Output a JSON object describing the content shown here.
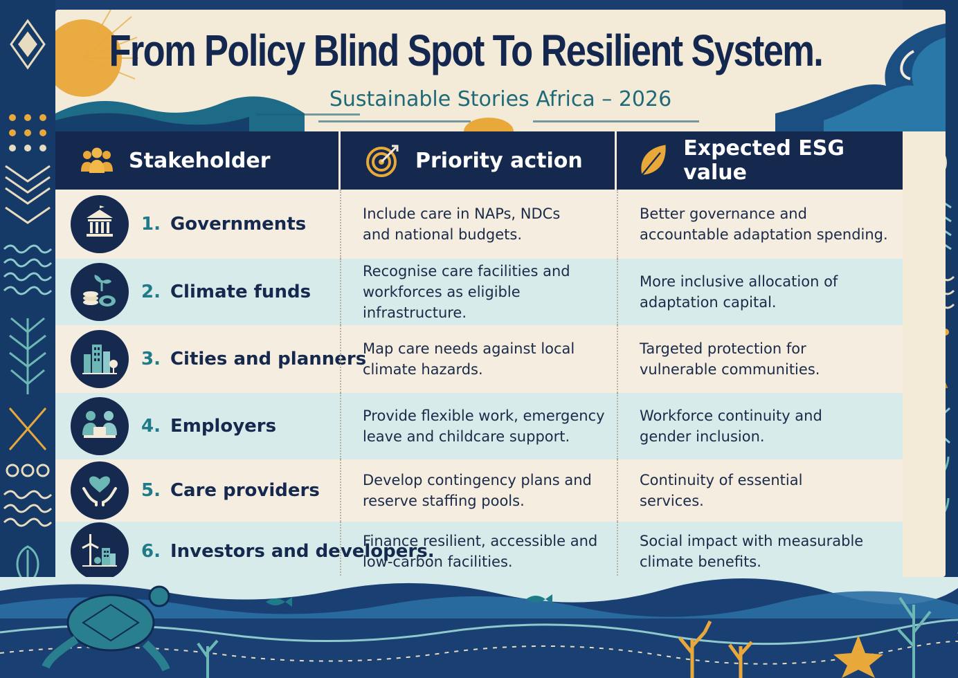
{
  "header": {
    "title": "From Policy Blind Spot To Resilient System.",
    "subtitle": "Sustainable Stories Africa – 2026"
  },
  "table": {
    "columns": [
      {
        "label": "Stakeholder",
        "icon": "people-group-icon"
      },
      {
        "label": "Priority action",
        "icon": "target-arrow-icon"
      },
      {
        "label": "Expected ESG value",
        "icon": "leaf-icon"
      }
    ],
    "rows": [
      {
        "num": "1.",
        "stakeholder": "Governments",
        "icon": "government-building-icon",
        "action_1": "Include care in NAPs, NDCs",
        "action_2": "and national budgets.",
        "value_1": "Better governance and",
        "value_2": "accountable adaptation spending."
      },
      {
        "num": "2.",
        "stakeholder": "Climate funds",
        "icon": "coins-sprout-icon",
        "action_1": "Recognise care facilities and",
        "action_2": "workforces as eligible infrastructure.",
        "value_1": "More inclusive allocation of",
        "value_2": "adaptation capital."
      },
      {
        "num": "3.",
        "stakeholder": "Cities and planners",
        "icon": "city-buildings-icon",
        "action_1": "Map care needs against local",
        "action_2": "climate hazards.",
        "value_1": "Targeted protection for",
        "value_2": "vulnerable communities."
      },
      {
        "num": "4.",
        "stakeholder": "Employers",
        "icon": "workers-desk-icon",
        "action_1": "Provide flexible work, emergency",
        "action_2": "leave and childcare support.",
        "value_1": "Workforce continuity and",
        "value_2": "gender inclusion."
      },
      {
        "num": "5.",
        "stakeholder": "Care providers",
        "icon": "heart-hands-icon",
        "action_1": "Develop contingency plans and",
        "action_2": "reserve staffing pools.",
        "value_1": "Continuity of essential",
        "value_2": "services."
      },
      {
        "num": "6.",
        "stakeholder": "Investors and developers.",
        "icon": "wind-turbine-icon",
        "action_1": "Finance resilient, accessible and",
        "action_2": "low-carbon facilities.",
        "value_1": "Social impact with measurable",
        "value_2": "climate benefits."
      }
    ]
  },
  "colors": {
    "navy": "#15294f",
    "teal": "#1f7b89",
    "paper": "#f3ead8",
    "row_teal": "#d7ebea",
    "sun": "#e9a93a"
  }
}
